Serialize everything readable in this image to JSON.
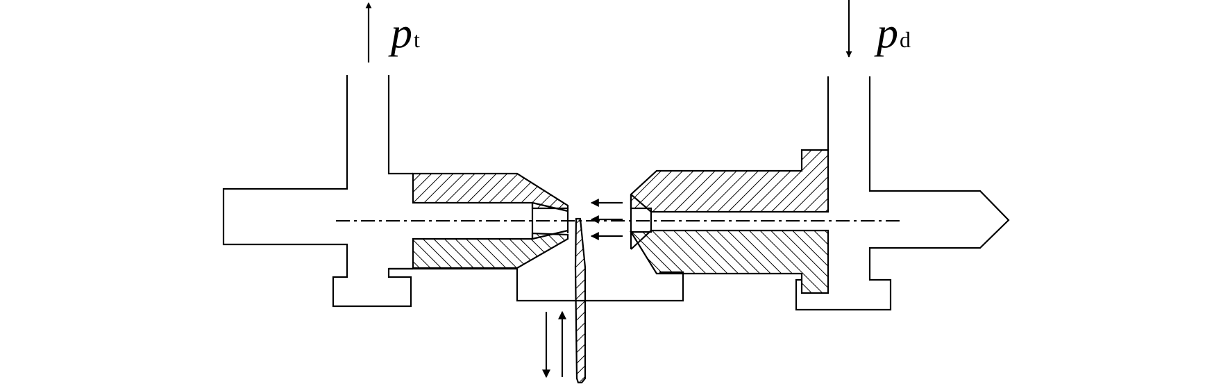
{
  "labels": {
    "outlet_pressure": {
      "symbol": "p",
      "subscript": "t"
    },
    "supply_pressure": {
      "symbol": "p",
      "subscript": "d"
    }
  }
}
